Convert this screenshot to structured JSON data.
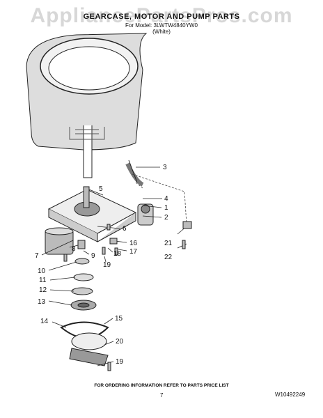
{
  "watermark": "AppliancePartsPros.com",
  "title": "GEARCASE, MOTOR AND PUMP PARTS",
  "model_line": "For Model: 3LWTW4840YW0",
  "color_line": "(White)",
  "callouts": [
    "1",
    "2",
    "3",
    "4",
    "5",
    "6",
    "7",
    "8",
    "9",
    "10",
    "11",
    "12",
    "13",
    "14",
    "15",
    "16",
    "17",
    "18",
    "19",
    "20",
    "19",
    "21",
    "22"
  ],
  "footer_note": "FOR ORDERING INFORMATION REFER TO PARTS PRICE LIST",
  "page_number": "7",
  "document_code": "W10492249"
}
